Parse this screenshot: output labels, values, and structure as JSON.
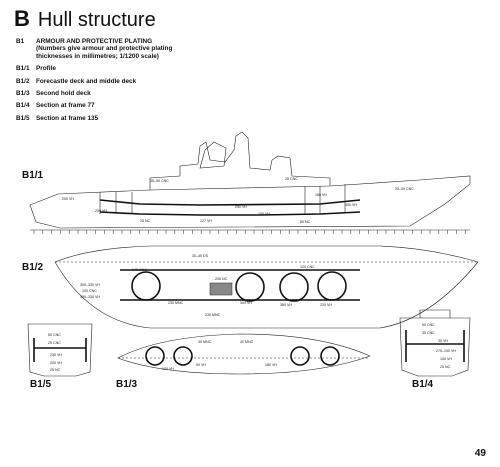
{
  "header": {
    "section_letter": "B",
    "section_title": "Hull structure"
  },
  "legend": [
    {
      "code": "B1",
      "text": "ARMOUR AND PROTECTIVE PLATING (Numbers give armour and protective plating thicknesses in millimetres; 1/1200 scale)"
    },
    {
      "code": "B1/1",
      "text": "Profile"
    },
    {
      "code": "B1/2",
      "text": "Forecastle deck and middle deck"
    },
    {
      "code": "B1/3",
      "text": "Second hold deck"
    },
    {
      "code": "B1/4",
      "text": "Section at frame 77"
    },
    {
      "code": "B1/5",
      "text": "Section at frame 135"
    }
  ],
  "views": {
    "b1_1": "B1/1",
    "b1_2": "B1/2",
    "b1_3": "B1/3",
    "b1_4": "B1/4",
    "b1_5": "B1/5"
  },
  "drawing_labels": {
    "profile": [
      "35–50 CNC",
      "25 CNC",
      "200 VH",
      "200 VH",
      "250 VH",
      "100 VH",
      "180 VH",
      "300 VH",
      "25 NC",
      "127 VH",
      "80 NC",
      "25–50 CNC"
    ],
    "deck": [
      "30–40 DS",
      "140 CNC",
      "120 CNC",
      "230 MNC",
      "200 NC",
      "300 VH",
      "380 VH",
      "230 VH",
      "100 CNC",
      "300–330 VH",
      "350–330 VH",
      "230 MNC"
    ],
    "hold": [
      "35 MNC",
      "40 MNC",
      "100 VH",
      "90 VH",
      "180 VH"
    ],
    "section77": [
      "50 CNC",
      "35 CNC",
      "35 VH",
      "270–100 VH",
      "100 VH",
      "25 NC"
    ],
    "section135": [
      "50 CNC",
      "25 CNC",
      "230 VH",
      "200 VH",
      "25 NC"
    ]
  },
  "page_number": "49"
}
